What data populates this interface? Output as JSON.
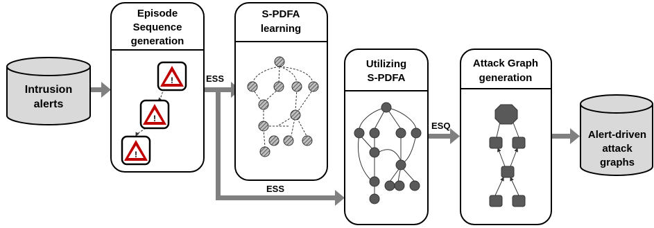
{
  "inputs": {
    "intrusion_alerts": [
      "Intrusion",
      "alerts"
    ]
  },
  "outputs": {
    "attack_graphs": [
      "Alert-driven",
      "attack",
      "graphs"
    ]
  },
  "stages": {
    "episode": [
      "Episode",
      "Sequence",
      "generation"
    ],
    "spdfa_learning": [
      "S-PDFA",
      "learning"
    ],
    "utilizing": [
      "Utilizing",
      "S-PDFA"
    ],
    "attack_graph": [
      "Attack Graph",
      "generation"
    ]
  },
  "arrow_labels": {
    "ess_top": "ESS",
    "ess_bottom": "ESS",
    "esq": "ESQ"
  },
  "icons": {
    "episode": "warning-triangle-icon",
    "spdfa": "state-machine-graph-icon",
    "attack_graph": "attack-graph-icon"
  },
  "colors": {
    "cylinder_fill": "#d9d9d9",
    "arrow": "#808080",
    "warning_red": "#c00000",
    "node_dark": "#595959"
  }
}
